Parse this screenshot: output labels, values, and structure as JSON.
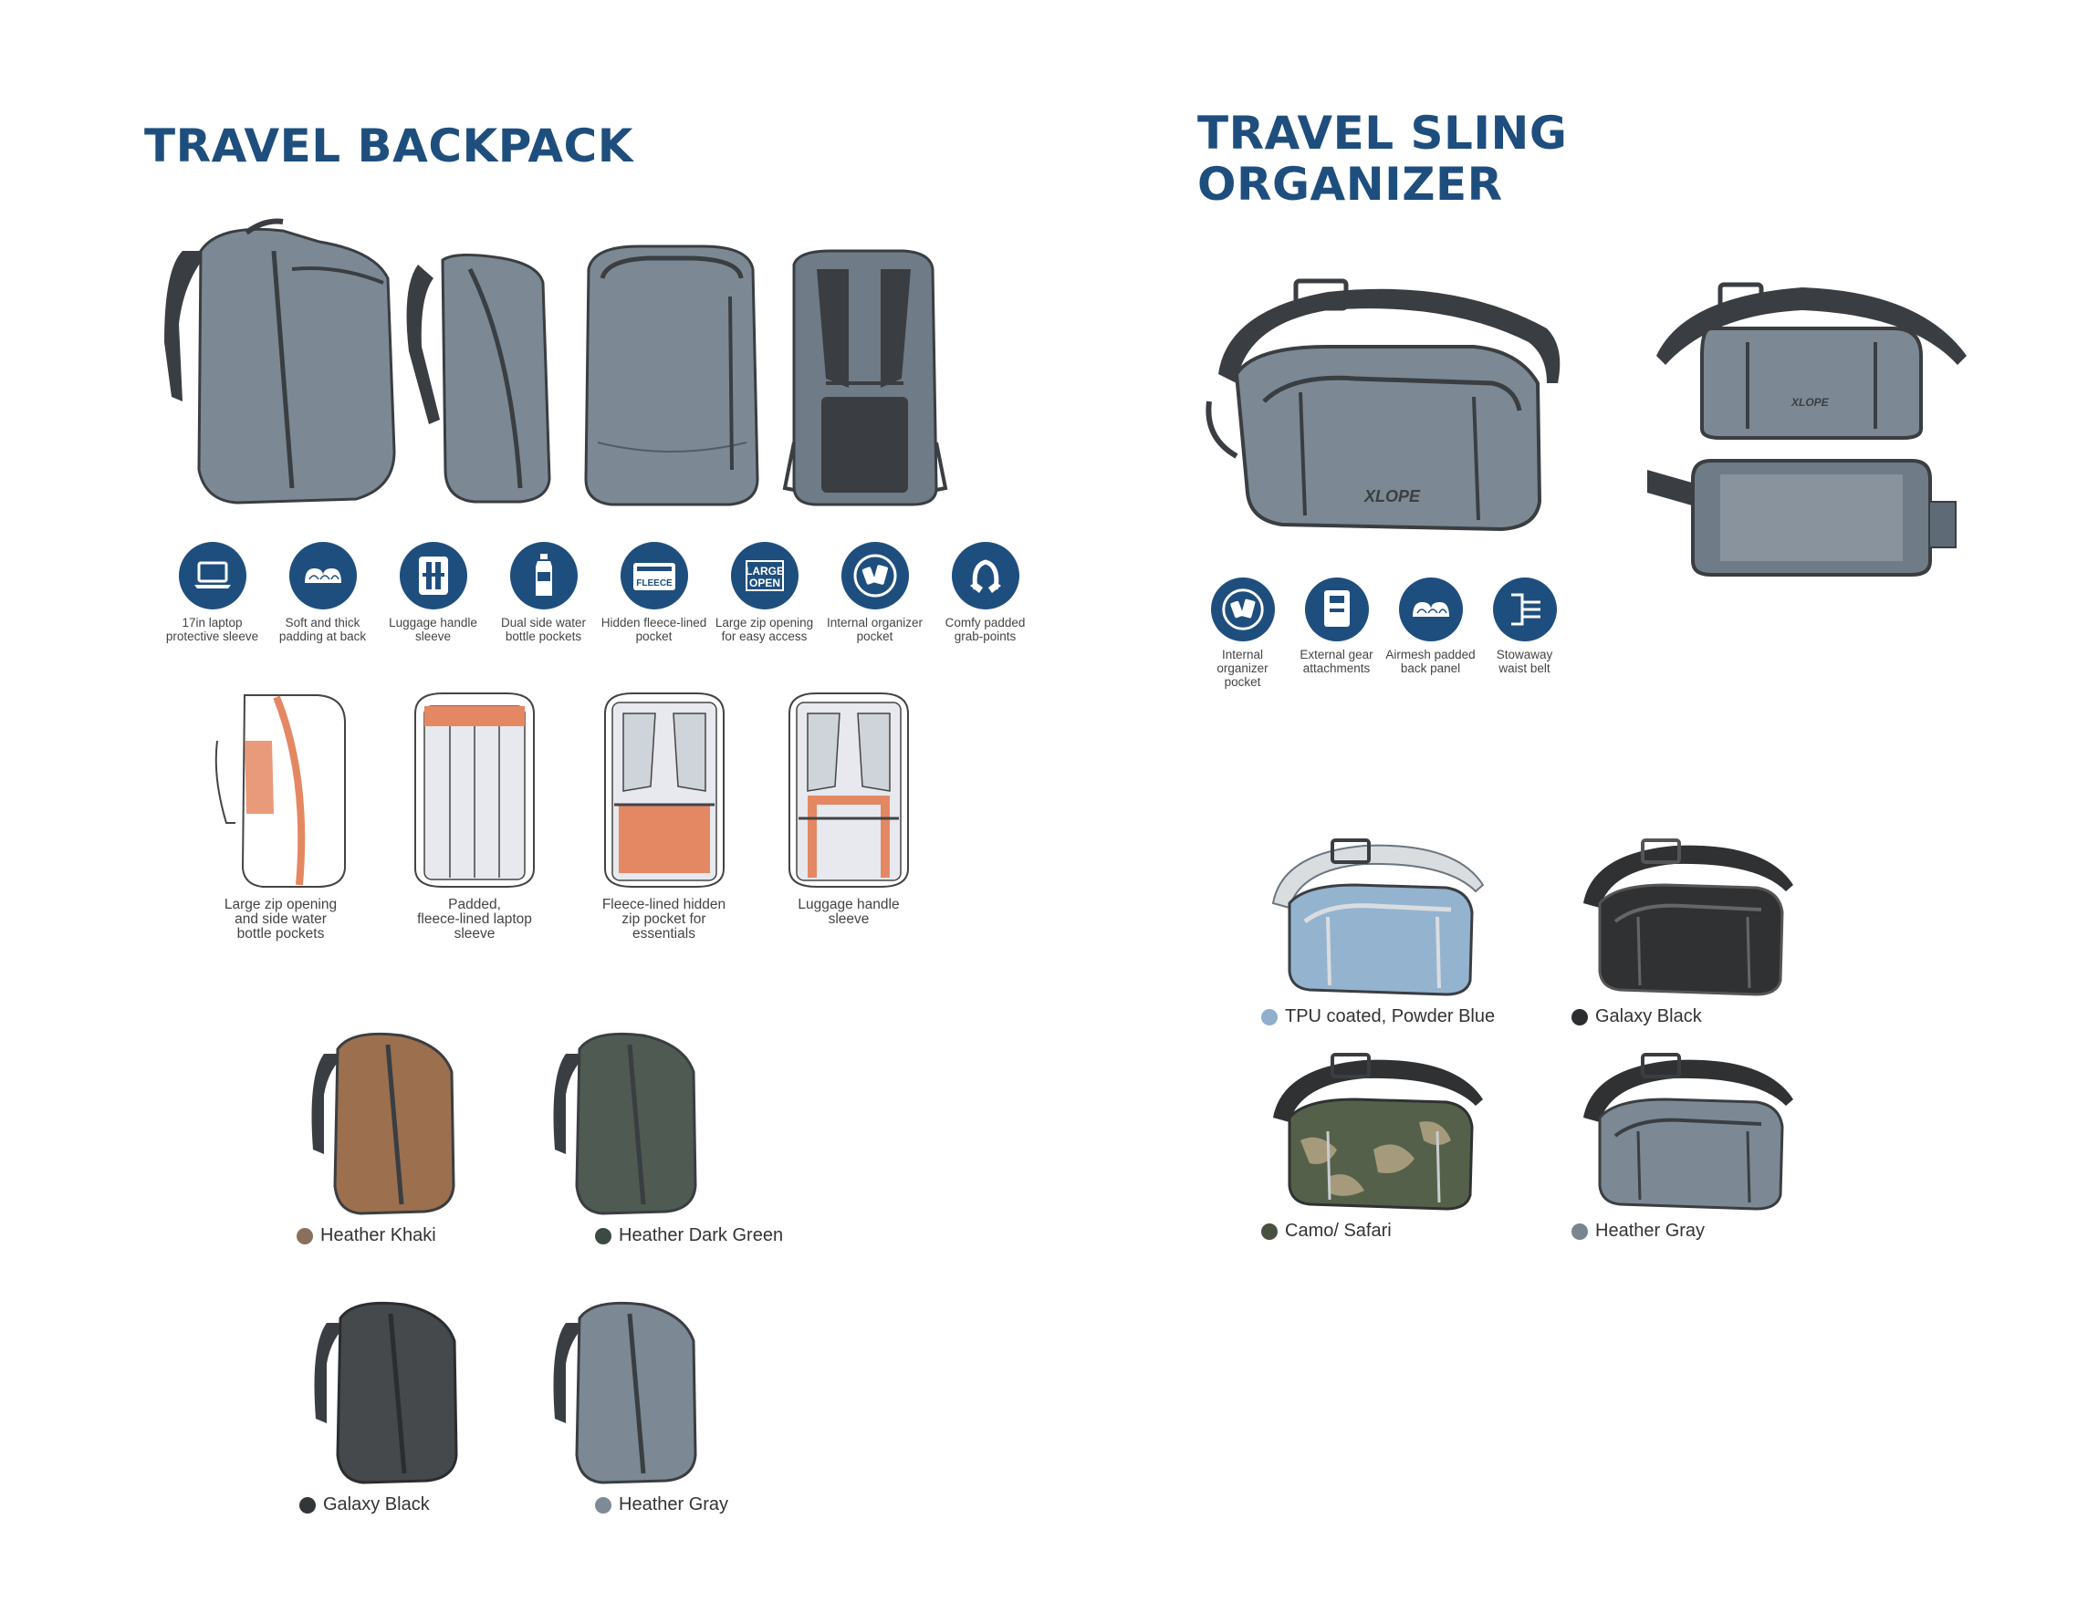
{
  "backpack": {
    "title": "TRAVEL BACKPACK",
    "features": [
      {
        "icon": "laptop-icon",
        "label": "17in laptop\nprotective sleeve"
      },
      {
        "icon": "padding-icon",
        "label": "Soft and thick\npadding at back"
      },
      {
        "icon": "luggage-sleeve-icon",
        "label": "Luggage handle\nsleeve"
      },
      {
        "icon": "water-bottle-icon",
        "label": "Dual side water\nbottle pockets"
      },
      {
        "icon": "fleece-pocket-icon",
        "label": "Hidden fleece-lined\npocket",
        "badge": "FLEECE"
      },
      {
        "icon": "large-open-icon",
        "label": "Large zip opening\nfor easy access",
        "badge_line1": "LARGE",
        "badge_line2": "OPEN"
      },
      {
        "icon": "organizer-pocket-icon",
        "label": "Internal organizer\npocket"
      },
      {
        "icon": "grab-points-icon",
        "label": "Comfy padded\ngrab-points"
      }
    ],
    "diagrams": [
      {
        "label": "Large zip opening\nand side water\nbottle pockets"
      },
      {
        "label": "Padded,\nfleece-lined laptop\nsleeve"
      },
      {
        "label": "Fleece-lined hidden\nzip pocket for\nessentials"
      },
      {
        "label": "Luggage handle\nsleeve"
      }
    ],
    "colors": [
      {
        "name": "Heather Khaki",
        "swatch": "#8a6f5c",
        "body": "#9c6f4e"
      },
      {
        "name": "Heather Dark Green",
        "swatch": "#3c4a44",
        "body": "#4f5b52"
      },
      {
        "name": "Galaxy Black",
        "swatch": "#333639",
        "body": "#45494b"
      },
      {
        "name": "Heather Gray",
        "swatch": "#7f8a96",
        "body": "#7c8994"
      }
    ]
  },
  "sling": {
    "title_line1": "TRAVEL SLING",
    "title_line2": "ORGANIZER",
    "logo": "XLOPE",
    "features": [
      {
        "icon": "organizer-pocket-icon",
        "label": "Internal organizer\npocket"
      },
      {
        "icon": "gear-attachment-icon",
        "label": "External gear\nattachments"
      },
      {
        "icon": "airmesh-icon",
        "label": "Airmesh padded\nback panel"
      },
      {
        "icon": "waist-belt-icon",
        "label": "Stowaway\nwaist belt"
      }
    ],
    "colors": [
      {
        "name": "TPU coated, Powder Blue",
        "swatch": "#8fb0cc",
        "body": "#94b3cf",
        "strap": "#d9dde0"
      },
      {
        "name": "Galaxy Black",
        "swatch": "#2b2d2f",
        "body": "#2f3133",
        "strap": "#2f3133"
      },
      {
        "name": "Camo/ Safari",
        "swatch": "#4a5040",
        "body": "#55604a",
        "strap": "#2f3133"
      },
      {
        "name": "Heather Gray",
        "swatch": "#7a8591",
        "body": "#7c8994",
        "strap": "#2f3133"
      }
    ]
  },
  "style": {
    "accent": "#1e4e7d",
    "bag_gray": "#7c8994",
    "dark": "#3a3e42",
    "orange": "#e48863"
  }
}
